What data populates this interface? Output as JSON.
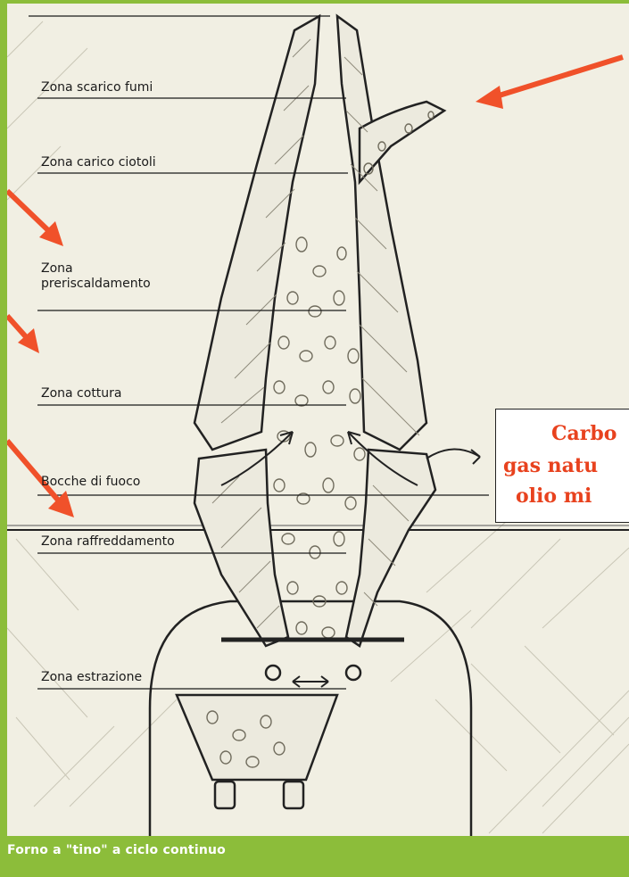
{
  "zones": [
    {
      "key": "scarico",
      "label": "Zona scarico fumi"
    },
    {
      "key": "carico",
      "label": "Zona carico ciotoli"
    },
    {
      "key": "preriscaldamento",
      "label": "Zona\npreriscaldamento"
    },
    {
      "key": "cottura",
      "label": "Zona cottura"
    },
    {
      "key": "bocche",
      "label": "Bocche di fuoco"
    },
    {
      "key": "raffreddamento",
      "label": "Zona raffreddamento"
    },
    {
      "key": "estrazione",
      "label": "Zona estrazione"
    }
  ],
  "fuel_box": {
    "line1": "Carbo",
    "line2": "gas natu",
    "line3": "olio mi"
  },
  "caption": "Forno a \"tino\" a ciclo continuo",
  "colors": {
    "frame": "#8cbd3a",
    "paper": "#f1efe3",
    "arrow": "#f0512a",
    "ink": "#1a1a1a",
    "fuel_text": "#e8421e"
  }
}
